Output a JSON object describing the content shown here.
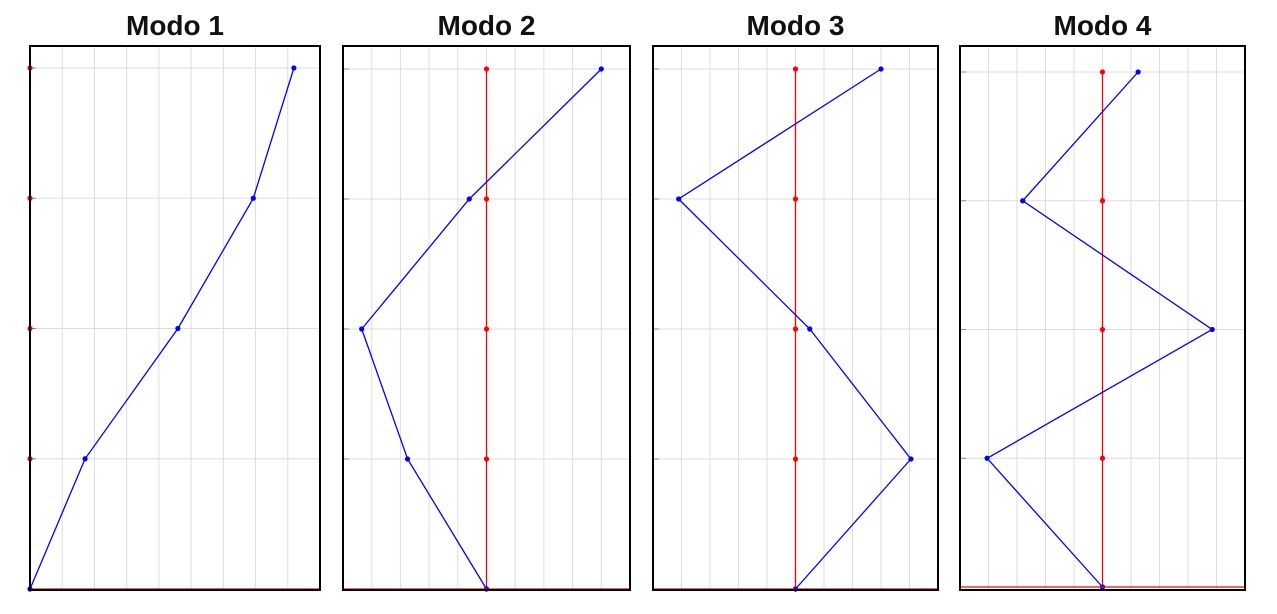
{
  "figure": {
    "colors": {
      "undeformed": "#ff0000",
      "mode_shape": "#0000ff",
      "grid": "#dddddd",
      "frame": "#000000"
    }
  },
  "chart_data": [
    {
      "type": "line",
      "title": "Modo 1",
      "xlim": [
        0,
        1.0
      ],
      "ylim": [
        0,
        4
      ],
      "grid": true,
      "series": [
        {
          "role": "undeformed",
          "x": [
            0,
            0,
            0,
            0,
            0
          ],
          "y": [
            0,
            1,
            2,
            3,
            4
          ]
        },
        {
          "role": "mode_shape",
          "x": [
            0,
            0.19,
            0.51,
            0.77,
            0.91
          ],
          "y": [
            0,
            1,
            2,
            3,
            4
          ]
        }
      ]
    },
    {
      "type": "line",
      "title": "Modo 2",
      "xlim": [
        -1.0,
        1.0
      ],
      "ylim": [
        0,
        4
      ],
      "grid": true,
      "series": [
        {
          "role": "undeformed",
          "x": [
            0,
            0,
            0,
            0,
            0
          ],
          "y": [
            0,
            1,
            2,
            3,
            4
          ]
        },
        {
          "role": "mode_shape",
          "x": [
            0,
            -0.55,
            -0.87,
            -0.12,
            0.8
          ],
          "y": [
            0,
            1,
            2,
            3,
            4
          ]
        }
      ]
    },
    {
      "type": "line",
      "title": "Modo 3",
      "xlim": [
        -1.0,
        1.0
      ],
      "ylim": [
        0,
        4
      ],
      "grid": true,
      "series": [
        {
          "role": "undeformed",
          "x": [
            0,
            0,
            0,
            0,
            0
          ],
          "y": [
            0,
            1,
            2,
            3,
            4
          ]
        },
        {
          "role": "mode_shape",
          "x": [
            0,
            0.81,
            0.1,
            -0.82,
            0.6
          ],
          "y": [
            0,
            1,
            2,
            3,
            4
          ]
        }
      ]
    },
    {
      "type": "line",
      "title": "Modo 4",
      "xlim": [
        -1.0,
        1.0
      ],
      "ylim": [
        0,
        4
      ],
      "grid": true,
      "series": [
        {
          "role": "undeformed",
          "x": [
            0,
            0,
            0,
            0,
            0
          ],
          "y": [
            0,
            1,
            2,
            3,
            4
          ]
        },
        {
          "role": "mode_shape",
          "x": [
            0,
            -0.81,
            0.77,
            -0.56,
            0.25
          ],
          "y": [
            0,
            1,
            2,
            3,
            4
          ]
        }
      ]
    }
  ]
}
